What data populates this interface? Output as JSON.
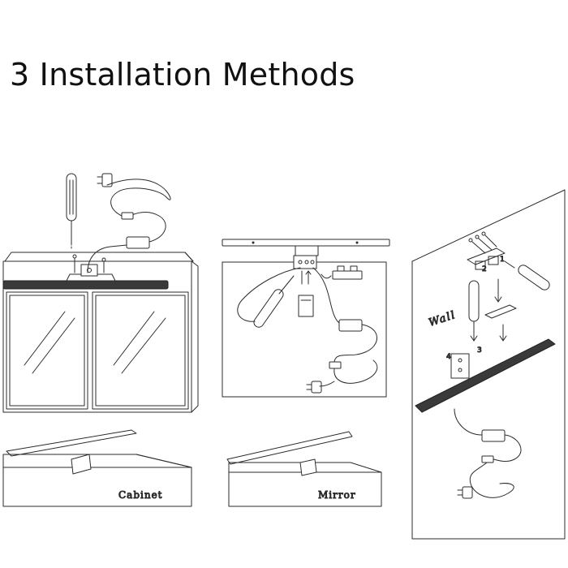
{
  "title": "3 Installation Methods",
  "labels": {
    "wall": "Wall",
    "cabinet": "Cabinet",
    "mirror": "Mirror",
    "step1": "1",
    "step2": "2",
    "step3": "3",
    "step4": "4"
  },
  "colors": {
    "line": "#2b2b2b",
    "light_bar": "#3a3a3a",
    "background": "#ffffff"
  }
}
